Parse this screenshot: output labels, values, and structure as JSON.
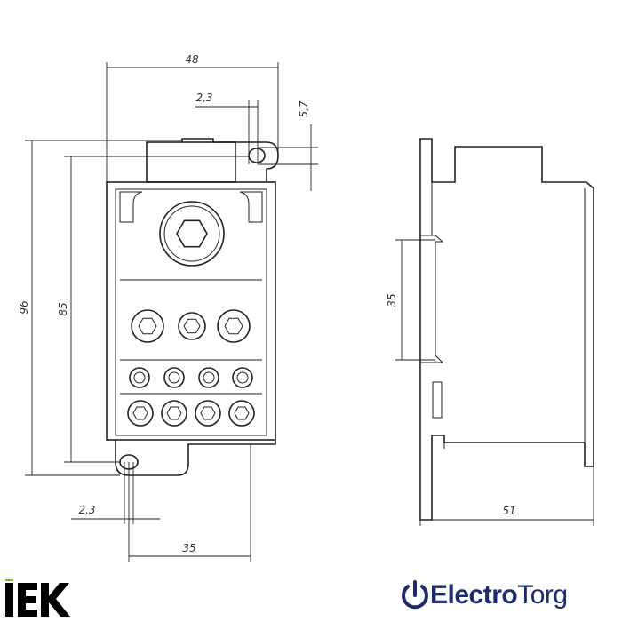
{
  "dimensions": {
    "front_width": "48",
    "front_hole_offset_top": "2,3",
    "front_hole_vertical": "5,7",
    "front_height_total": "96",
    "front_height_body": "85",
    "front_hole_offset_bottom": "2,3",
    "front_base_width": "35",
    "side_rail_height": "35",
    "side_depth": "51"
  },
  "logos": {
    "iek": "IEK",
    "electrotorg_part1": "Electro",
    "electrotorg_part2": "Torg"
  },
  "colors": {
    "line": "#222222",
    "dimension_text": "#333333",
    "iek_bar": "#000000",
    "iek_accent": "#7ab51d",
    "electrotorg_blue": "#1c2a6e"
  }
}
